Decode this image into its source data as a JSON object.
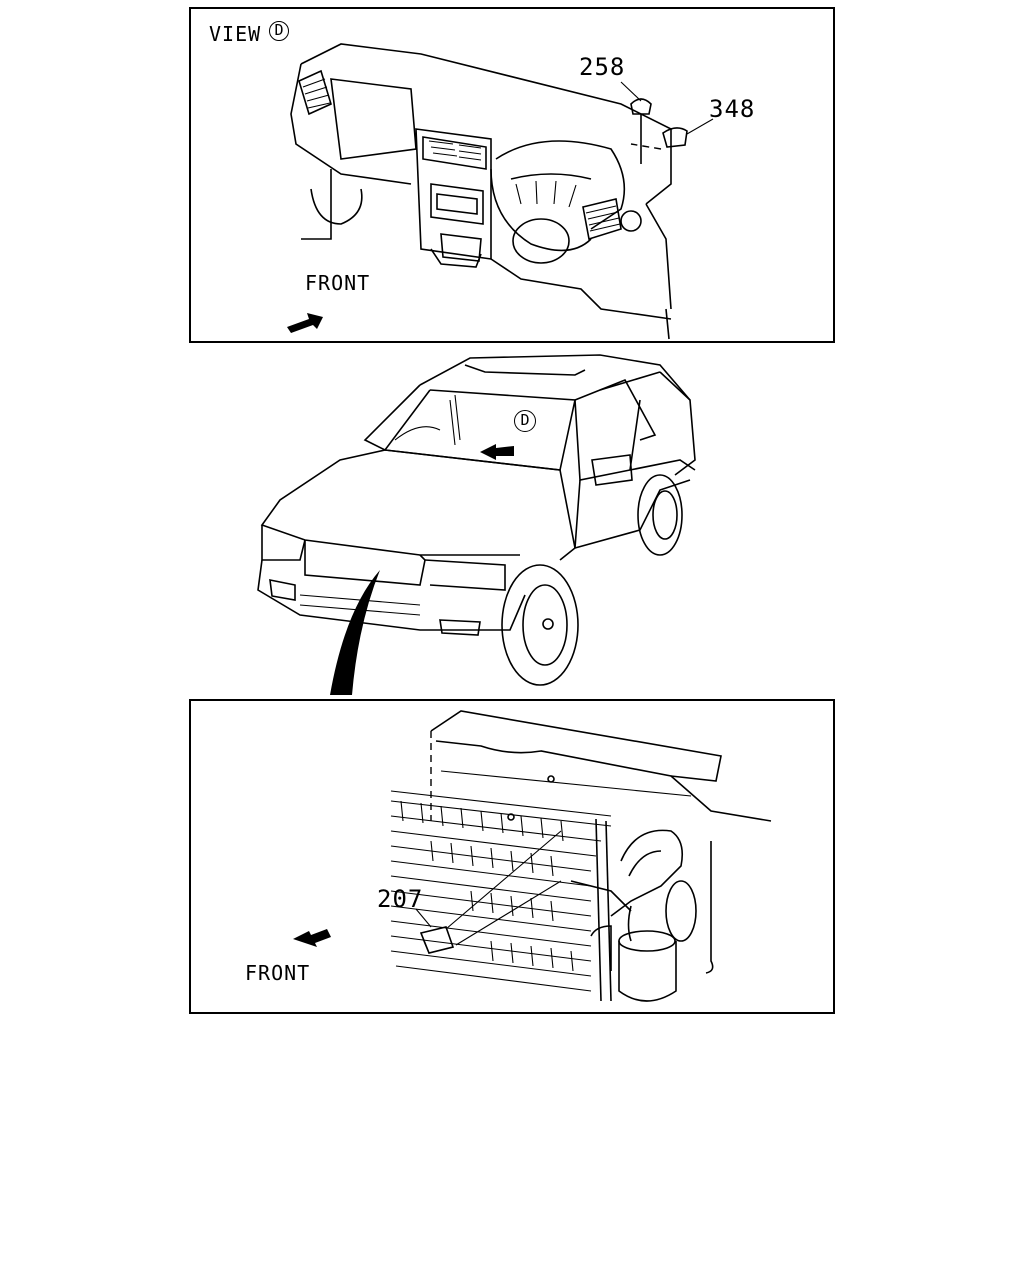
{
  "top_panel": {
    "view_label": "VIEW",
    "view_marker": "D",
    "front_label": "FRONT",
    "callouts": [
      "258",
      "348"
    ]
  },
  "middle": {
    "view_marker": "D"
  },
  "bottom_panel": {
    "front_label": "FRONT",
    "callouts": [
      "207"
    ]
  },
  "icons": [
    "front-arrow-icon",
    "view-direction-arrow-icon",
    "sweep-arrow-icon"
  ]
}
